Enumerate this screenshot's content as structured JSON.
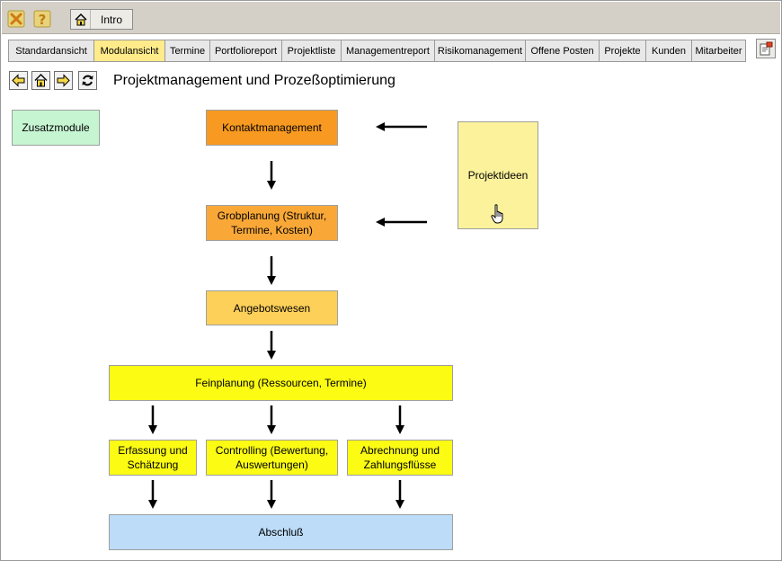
{
  "window": {
    "intro_label": "Intro"
  },
  "tabs": [
    {
      "label": "Standardansicht",
      "active": false
    },
    {
      "label": "Modulansicht",
      "active": true
    },
    {
      "label": "Termine",
      "active": false
    },
    {
      "label": "Portfolioreport",
      "active": false
    },
    {
      "label": "Projektliste",
      "active": false
    },
    {
      "label": "Managementreport",
      "active": false
    },
    {
      "label": "Risikomanagement",
      "active": false
    },
    {
      "label": "Offene Posten",
      "active": false
    },
    {
      "label": "Projekte",
      "active": false
    },
    {
      "label": "Kunden",
      "active": false
    },
    {
      "label": "Mitarbeiter",
      "active": false
    }
  ],
  "page": {
    "title": "Projektmanagement und Prozeßoptimierung"
  },
  "diagram": {
    "zusatzmodule": "Zusatzmodule",
    "kontaktmanagement": "Kontaktmanagement",
    "grobplanung": "Grobplanung (Struktur, Termine, Kosten)",
    "angebotswesen": "Angebotswesen",
    "feinplanung": "Feinplanung (Ressourcen, Termine)",
    "erfassung": "Erfassung und Schätzung",
    "controlling": "Controlling (Bewertung, Auswertungen)",
    "abrechnung": "Abrechnung und Zahlungsflüsse",
    "abschluss": "Abschluß",
    "projektideen": "Projektideen"
  },
  "colors": {
    "kontakt": "#f89a21",
    "grob": "#f9a838",
    "angebot": "#fdd05a",
    "fein": "#fbfb14",
    "sub": "#fbfb14",
    "abschluss": "#bcdcf8",
    "zusatz": "#c6f5d2",
    "ideen": "#fbf29b",
    "active_tab": "#ffeb8a"
  }
}
